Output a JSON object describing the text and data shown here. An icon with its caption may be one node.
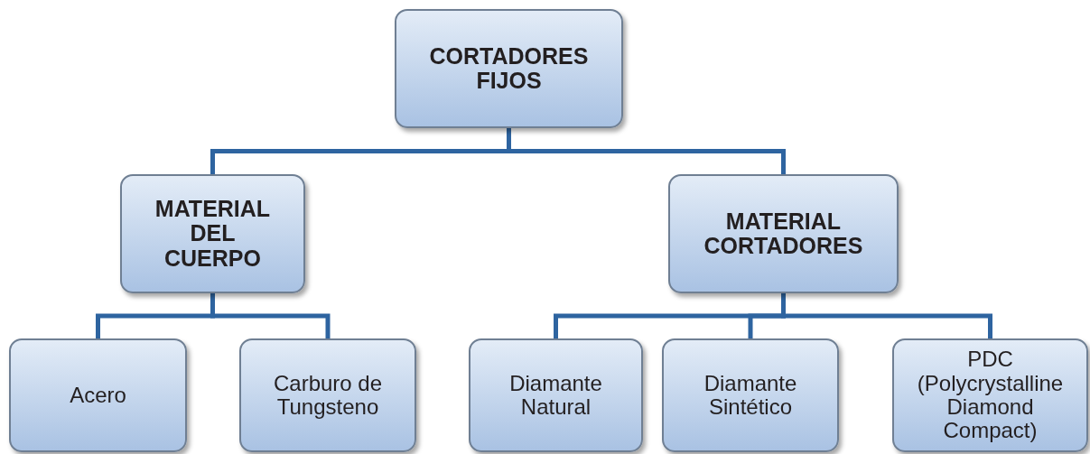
{
  "diagram": {
    "nodes": [
      {
        "text": [
          "CORTADORES FIJOS"
        ]
      },
      {
        "text": [
          "MATERIAL DEL CUERPO"
        ]
      },
      {
        "text": [
          "MATERIAL CORTADORES"
        ]
      },
      {
        "text": [
          "Acero"
        ]
      },
      {
        "text": [
          "Carburo de Tungsteno"
        ]
      },
      {
        "text": [
          "Diamante Natural"
        ]
      },
      {
        "text": [
          "Diamante Sintético"
        ]
      },
      {
        "text": [
          "PDC (Polycrystalline Diamond Compact)"
        ]
      }
    ],
    "edges": [
      {
        "from": 0,
        "to": 1,
        "arrow": "none"
      },
      {
        "from": 0,
        "to": 2,
        "arrow": "none"
      },
      {
        "from": 1,
        "to": 3,
        "arrow": "none"
      },
      {
        "from": 1,
        "to": 4,
        "arrow": "none"
      },
      {
        "from": 2,
        "to": 5,
        "arrow": "none"
      },
      {
        "from": 2,
        "to": 6,
        "arrow": "none"
      },
      {
        "from": 2,
        "to": 7,
        "arrow": "none"
      }
    ]
  }
}
